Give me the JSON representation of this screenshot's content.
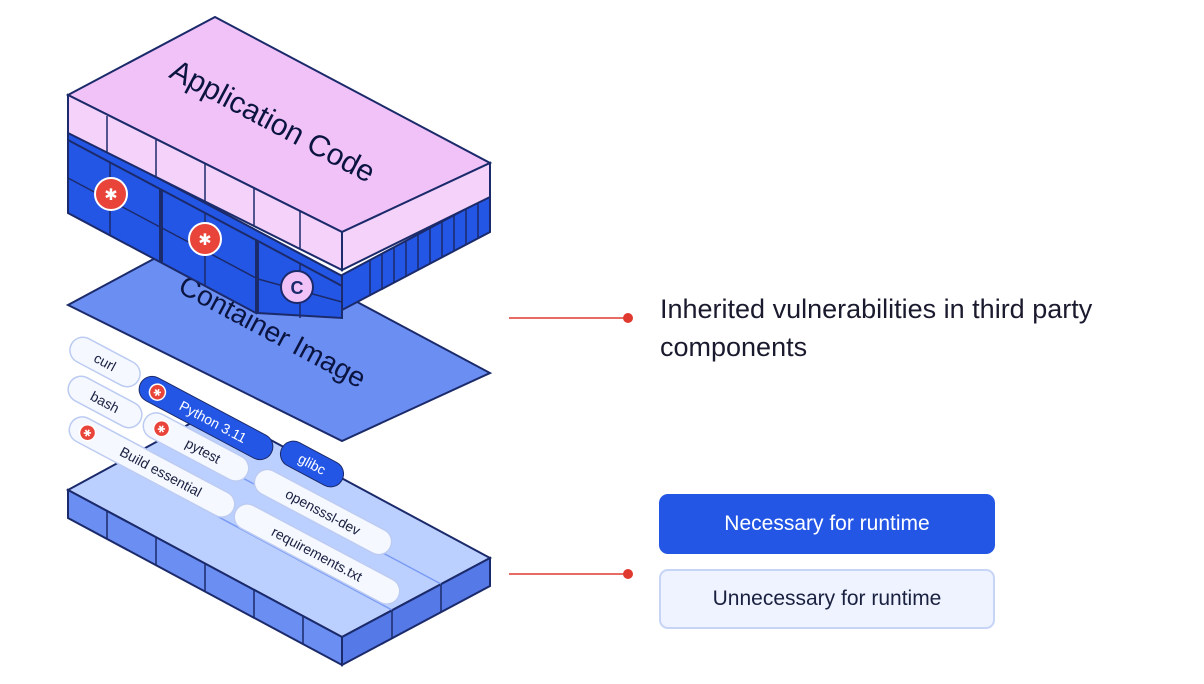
{
  "layers": {
    "application_code": "Application Code",
    "container_image": "Container Image"
  },
  "components": {
    "python": "Python 3.11",
    "glibc": "glibc",
    "curl": "curl",
    "bash": "bash",
    "pytest": "pytest",
    "build_essential": "Build essential",
    "openssl_dev": "opensssl-dev",
    "requirements": "requirements.txt"
  },
  "markers": {
    "copyright_letter": "C"
  },
  "callout": {
    "text": "Inherited vulnerabilities in third party components"
  },
  "legend": {
    "necessary": "Necessary for runtime",
    "unnecessary": "Unnecessary for runtime"
  },
  "colors": {
    "app_top": "#f0c2f7",
    "app_side": "#f4d2f9",
    "dark_blue": "#2456e6",
    "image_plate": "#6a8ef2",
    "base_top": "#bcd0ff",
    "base_side": "#6a8ef2",
    "vuln_red": "#e8443a",
    "callout_red": "#e03a30"
  }
}
